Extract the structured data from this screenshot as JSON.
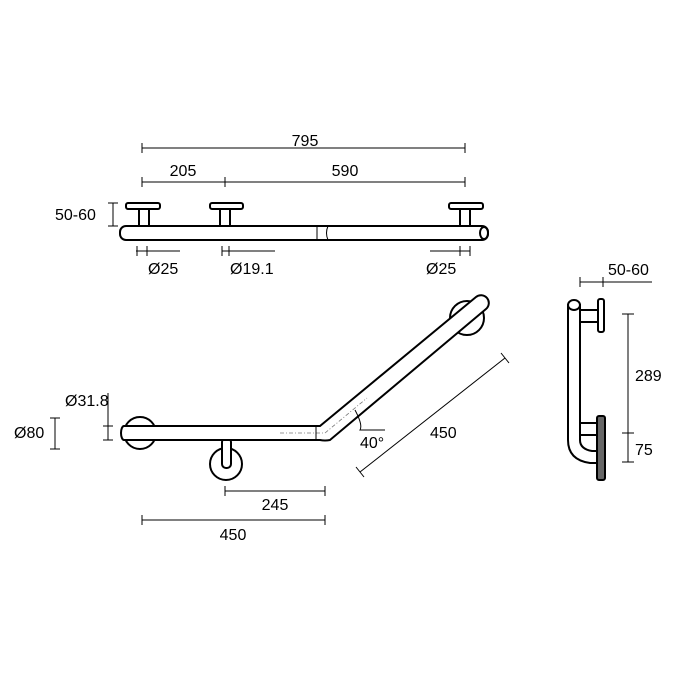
{
  "top_view": {
    "total_length": "795",
    "left_spacing": "205",
    "right_spacing": "590",
    "projection": "50-60",
    "flange_left_diameter": "Ø25",
    "tube_diameter": "Ø19.1",
    "flange_right_diameter": "Ø25"
  },
  "angled_view": {
    "tube_diameter": "Ø31.8",
    "flange_diameter": "Ø80",
    "support_offset": "245",
    "horizontal_length": "450",
    "angled_length": "450",
    "angle": "40°"
  },
  "side_view": {
    "projection": "50-60",
    "upper_height": "289",
    "lower_height": "75"
  }
}
